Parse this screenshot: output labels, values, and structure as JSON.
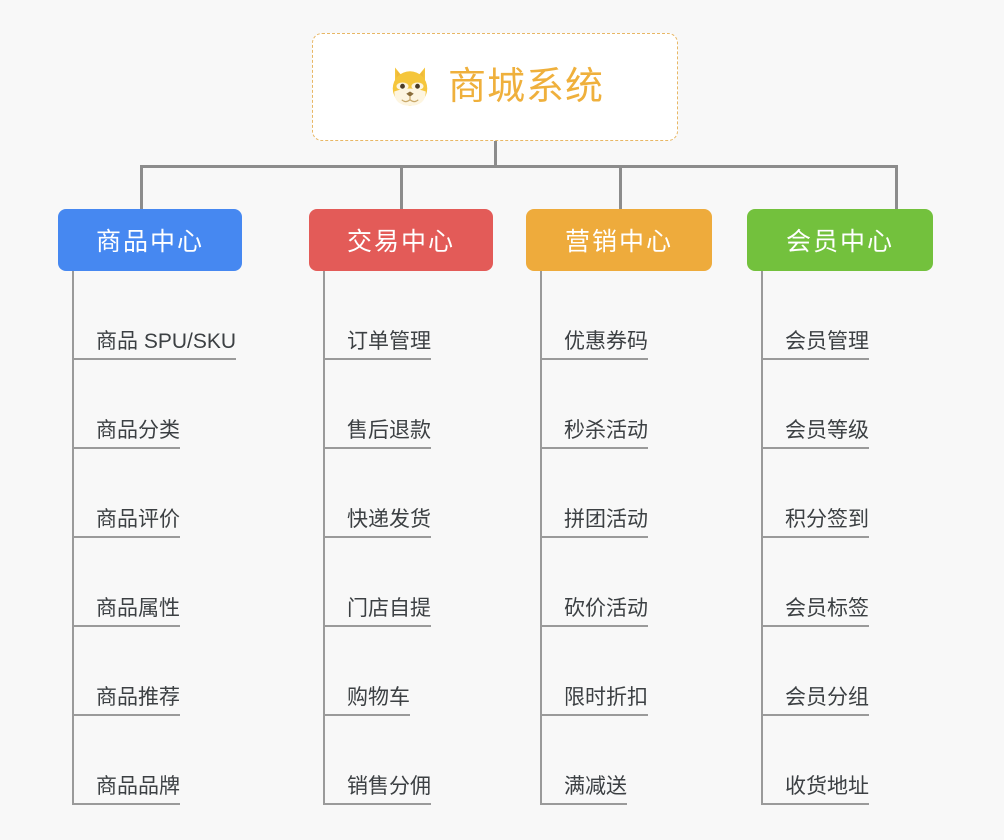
{
  "diagram": {
    "type": "mind-map",
    "background_color": "#f8f8f8",
    "root": {
      "title": "商城系统",
      "icon": "dog-face-icon",
      "text_color": "#efb03c",
      "border_color": "#e8b765",
      "background_color": "#ffffff"
    },
    "connector_color": "#8c8c8c",
    "leaf_text_color": "#3c4043",
    "leaf_rule_color": "#9a9a9a",
    "branches": [
      {
        "label": "商品中心",
        "color": "#4688f1",
        "items": [
          "商品 SPU/SKU",
          "商品分类",
          "商品评价",
          "商品属性",
          "商品推荐",
          "商品品牌"
        ]
      },
      {
        "label": "交易中心",
        "color": "#e35b58",
        "items": [
          "订单管理",
          "售后退款",
          "快递发货",
          "门店自提",
          "购物车",
          "销售分佣"
        ]
      },
      {
        "label": "营销中心",
        "color": "#eeab3c",
        "items": [
          "优惠券码",
          "秒杀活动",
          "拼团活动",
          "砍价活动",
          "限时折扣",
          "满减送"
        ]
      },
      {
        "label": "会员中心",
        "color": "#73c13d",
        "items": [
          "会员管理",
          "会员等级",
          "积分签到",
          "会员标签",
          "会员分组",
          "收货地址"
        ]
      }
    ]
  }
}
